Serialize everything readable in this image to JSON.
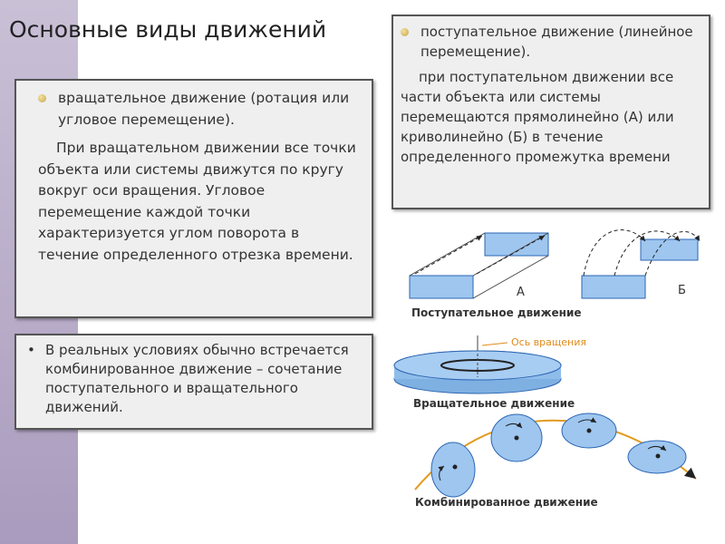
{
  "slide": {
    "title": "Основные виды движений"
  },
  "rotational": {
    "heading": "вращательное движение (ротация или угловое перемещение).",
    "body": "При вращательном движении все точки объекта или системы движутся по кругу вокруг оси вращения. Угловое перемещение каждой точки характеризуется углом поворота в течение определенного отрезка времени."
  },
  "translational": {
    "heading": "поступательное движение (линейное перемещение).",
    "body": "при поступательном движении все части объекта или системы перемещаются прямолинейно (А) или криволинейно (Б) в течение определенного промежутка времени"
  },
  "combined": {
    "text": "В реальных условиях обычно встречается комбинированное движение – сочетание поступательного и вращательного движений."
  },
  "illustration": {
    "label_a": "А",
    "label_b": "Б",
    "caption_translational": "Поступательное движение",
    "axis_label": "Ось вращения",
    "caption_rotational": "Вращательное движение",
    "caption_combined": "Комбинированное движение",
    "colors": {
      "shape_fill": "#9ec6ef",
      "shape_stroke": "#2c66b3",
      "axis_label": "#e08a1a",
      "trajectory": "#e39a1e"
    }
  }
}
